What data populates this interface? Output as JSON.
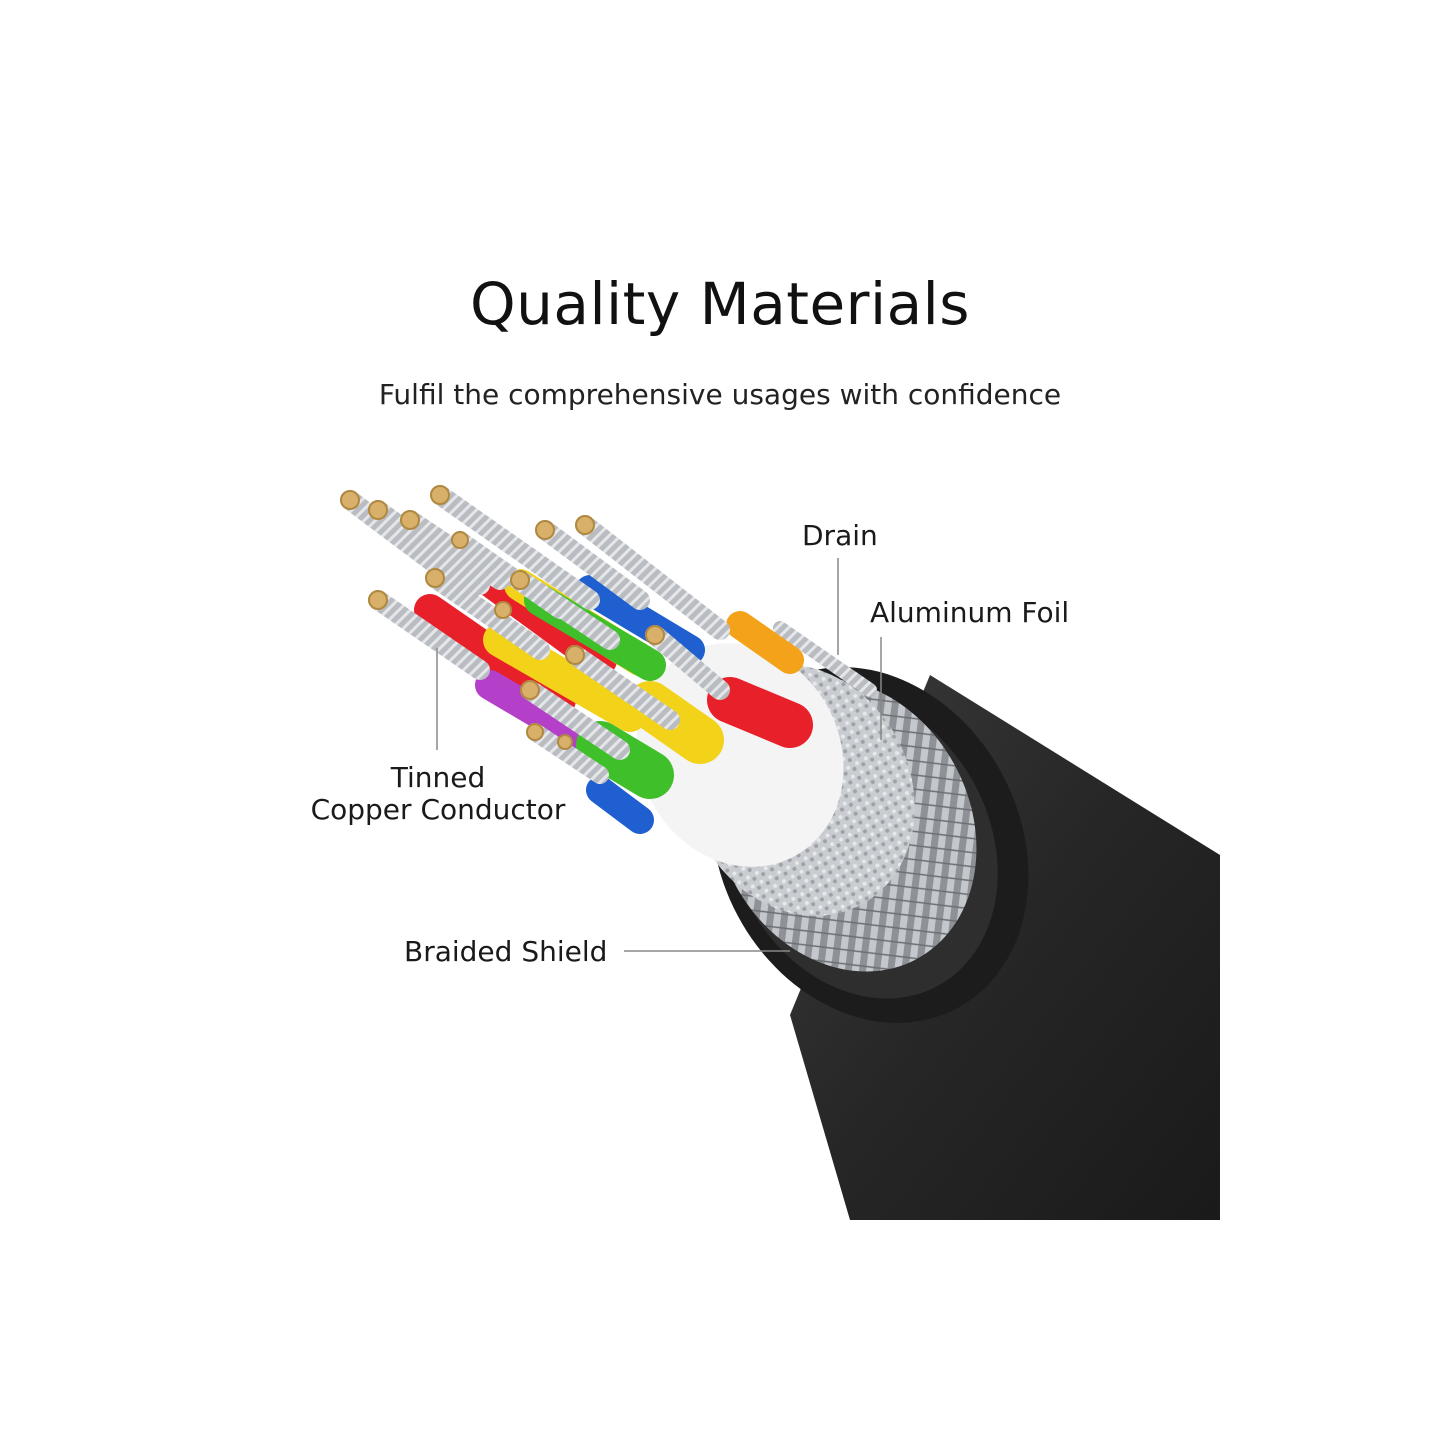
{
  "header": {
    "title": "Quality Materials",
    "subtitle": "Fulfil the comprehensive usages with confidence"
  },
  "callouts": {
    "drain": "Drain",
    "aluminum_foil": "Aluminum Foil",
    "tinned_line1": "Tinned",
    "tinned_line2": "Copper Conductor",
    "braided_shield": "Braided Shield"
  },
  "colors": {
    "jacket": "#2a2a2a",
    "braid": "#a9acb0",
    "foil": "#c8cacd",
    "red": "#e8202a",
    "yellow": "#f3d21a",
    "green": "#3fbf2a",
    "blue": "#1f5fd0",
    "purple": "#b43fc9",
    "white": "#f4f4f4",
    "copper": "#d8b06a"
  }
}
